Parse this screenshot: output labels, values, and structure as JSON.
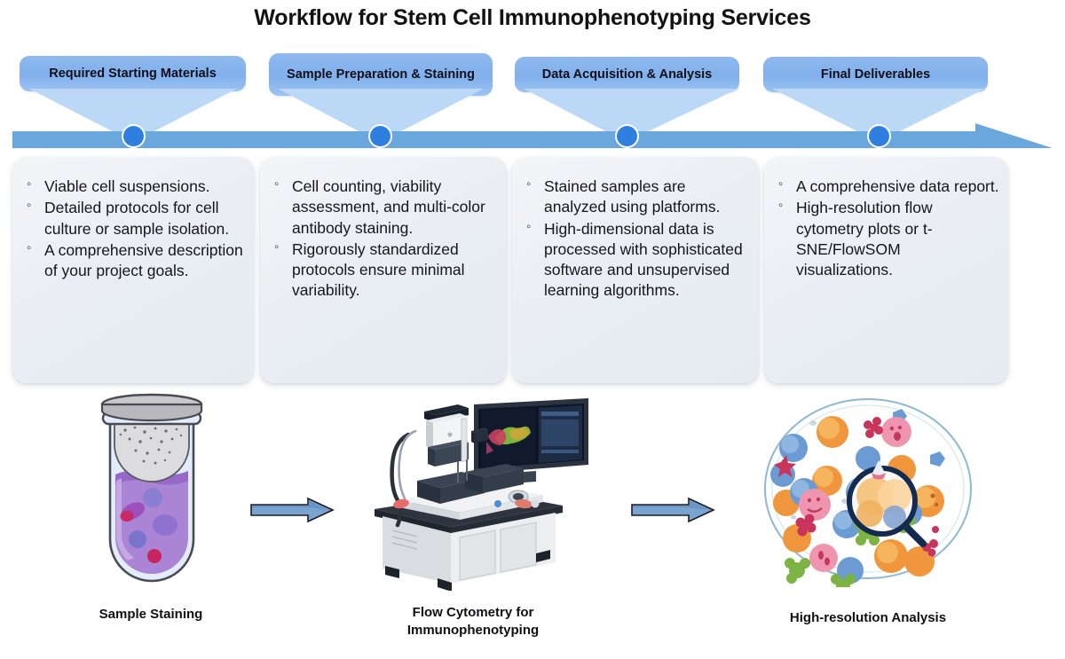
{
  "title": "Workflow for Stem Cell Immunophenotyping Services",
  "colors": {
    "banner_blue": "#8fb9ef",
    "timeline_blue": "#6aa7dd",
    "dot_blue": "#2e7fe0",
    "card_bg": "#eaeef4",
    "funnel_blue": "#b6d4f5",
    "arrow_blue": "#6f9fd0",
    "cell_orange": "#f0963c",
    "cell_blue": "#6b9bd2",
    "cell_pink": "#f095b0",
    "cell_green": "#7cb342",
    "cell_crimson": "#c8345c",
    "liquid_purple": "#a981d4"
  },
  "timeline": {
    "icon": "right-arrow-timeline",
    "dot_count": 4
  },
  "stages": [
    {
      "label": "Required Starting Materials",
      "items": [
        "Viable cell suspensions.",
        "Detailed protocols for cell culture or sample isolation.",
        "A comprehensive description of your project goals."
      ]
    },
    {
      "label": "Sample Preparation & Staining",
      "items": [
        "Cell counting, viability assessment, and multi-color antibody staining.",
        "Rigorously standardized protocols ensure minimal variability."
      ]
    },
    {
      "label": "Data Acquisition & Analysis",
      "items": [
        "Stained samples are analyzed using platforms.",
        "High-dimensional data is processed with sophisticated software and unsupervised learning algorithms."
      ]
    },
    {
      "label": "Final Deliverables",
      "items": [
        "A comprehensive data report.",
        "High-resolution flow cytometry plots or t-SNE/FlowSOM visualizations."
      ]
    }
  ],
  "illustrations": [
    {
      "icon": "test-tube-icon",
      "caption": "Sample Staining"
    },
    {
      "icon": "flow-cytometer-icon",
      "caption_line1": "Flow Cytometry for",
      "caption_line2": "Immunophenotyping"
    },
    {
      "icon": "petri-dish-magnifier-icon",
      "caption": "High-resolution Analysis"
    }
  ],
  "connector_arrows": [
    {
      "icon": "right-arrow-icon"
    },
    {
      "icon": "right-arrow-icon"
    }
  ]
}
